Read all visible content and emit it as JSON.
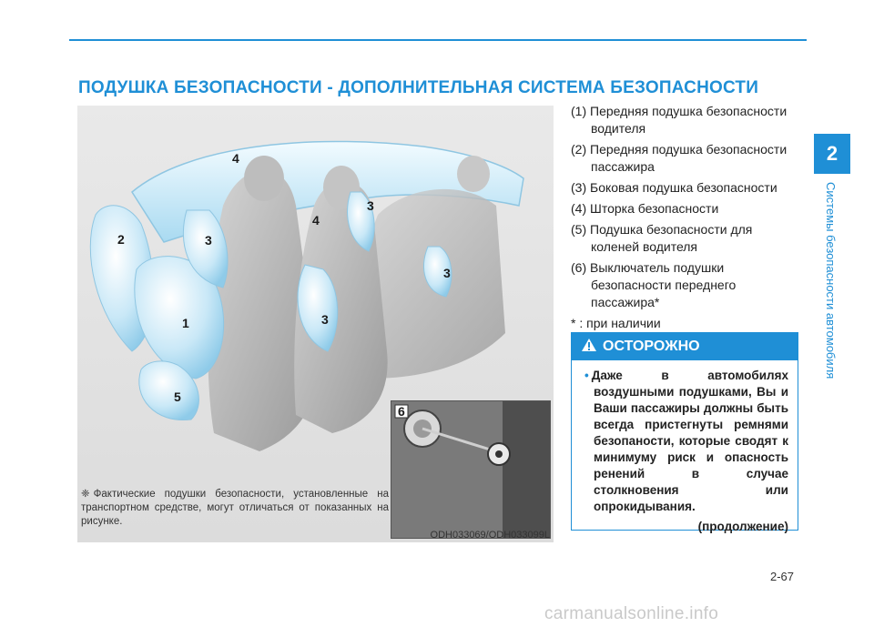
{
  "header": {
    "title": "ПОДУШКА БЕЗОПАСНОСТИ - ДОПОЛНИТЕЛЬНАЯ СИСТЕМА БЕЗОПАСНОСТИ"
  },
  "figure": {
    "callouts": [
      "1",
      "2",
      "3",
      "3",
      "3",
      "3",
      "4",
      "4",
      "5",
      "6"
    ],
    "caption_mark": "❈",
    "caption": "Фактические подушки безопасности, установленные на транспортном средстве, могут отличаться от показанных на рисунке.",
    "code": "ODH033069/ODH033099L"
  },
  "legend": {
    "items": [
      "(1) Передняя подушка безопасности водителя",
      "(2) Передняя подушка безопасности пассажира",
      "(3) Боковая подушка безопасности",
      "(4) Шторка безопасности",
      "(5) Подушка безопасности для коленей водителя",
      "(6) Выключатель подушки безопасности переднего пассажира*"
    ],
    "note": "* : при наличии"
  },
  "warning": {
    "title": "ОСТОРОЖНО",
    "text": "Даже в автомобилях воздушными подушками, Вы и Ваши пассажиры должны быть всегда пристегнуты ремнями безопаности, которые сводят к минимуму риск и опасность ренений в случае столкновения или опрокидывания.",
    "continued": "(продолжение)"
  },
  "side": {
    "chapter": "2",
    "section": "Системы безопасности автомобиля"
  },
  "footer": {
    "page": "2-67",
    "watermark": "carmanualsonline.info"
  },
  "colors": {
    "accent": "#1f8fd6",
    "airbag": "#bfe3f5"
  }
}
